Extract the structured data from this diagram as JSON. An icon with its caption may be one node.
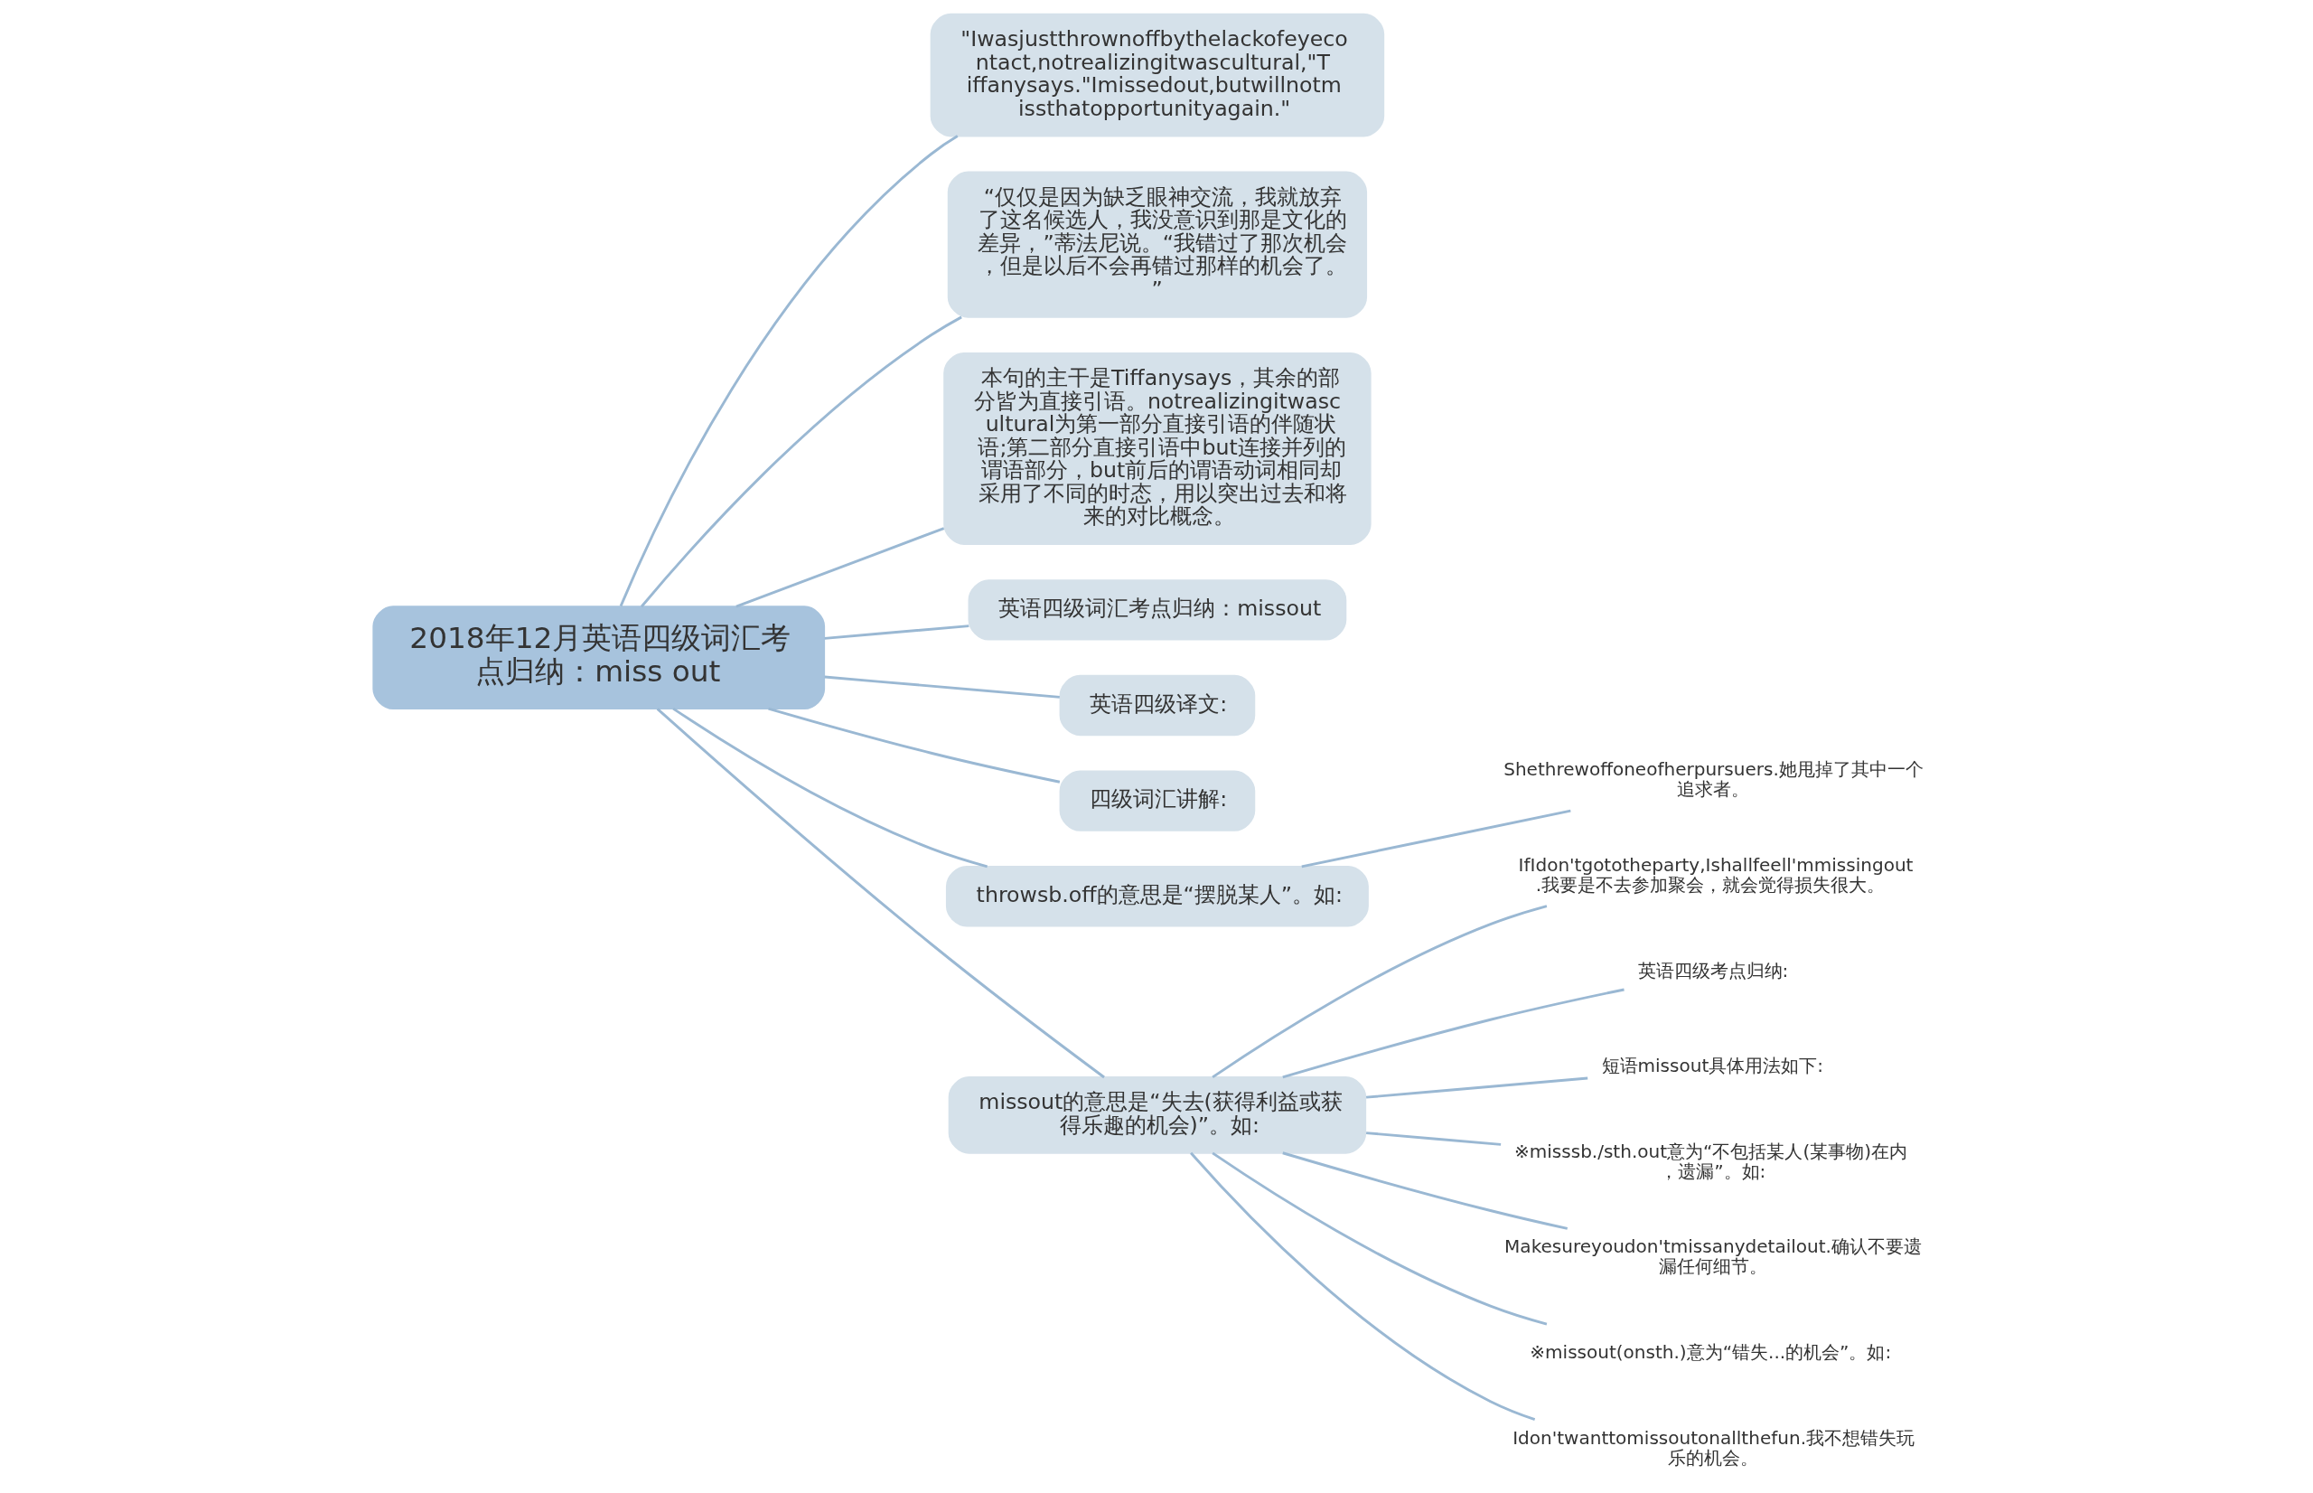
{
  "diagram": {
    "nodes": [
      {
        "text": [
          "2018年12月英语四级词汇考点归纳：miss out"
        ]
      },
      {
        "text": [
          "\"Iwasjustthrownoffbythelackofeyecontact,notrealizingitwascultural,\"Tiffanysays.\"Imissedout,butwillnotmissthatopportunityagain.\""
        ]
      },
      {
        "text": [
          "“仅仅是因为缺乏眼神交流，我就放弃了这名候选人，我没意识到那是文化的差异，”蒂法尼说。“我错过了那次机会，但是以后不会再错过那样的机会了。”"
        ]
      },
      {
        "text": [
          "本句的主干是Tiffanysays，其余的部分皆为直接引语。notrealizingitwascultural为第一部分直接引语的伴随状语;第二部分直接引语中but连接并列的谓语部分，but前后的谓语动词相同却采用了不同的时态，用以突出过去和将来的对比概念。"
        ]
      },
      {
        "text": [
          "英语四级词汇考点归纳：missout"
        ]
      },
      {
        "text": [
          "英语四级译文:"
        ]
      },
      {
        "text": [
          "四级词汇讲解:"
        ]
      },
      {
        "text": [
          "throwsb.off的意思是“摆脱某人”。如:"
        ]
      },
      {
        "text": [
          "Shethrewoffoneofherpursuers.她甩掉了其中一个追求者。"
        ]
      },
      {
        "text": [
          "missout的意思是“失去(获得利益或获得乐趣的机会)”。如:"
        ]
      },
      {
        "text": [
          "IfIdon'tgototheparty,Ishallfeell'mmissingout.我要是不去参加聚会，就会觉得损失很大。"
        ]
      },
      {
        "text": [
          "英语四级考点归纳:"
        ]
      },
      {
        "text": [
          "短语missout具体用法如下:"
        ]
      },
      {
        "text": [
          "※misssb./sth.out意为“不包括某人(某事物)在内，遗漏”。如:"
        ]
      },
      {
        "text": [
          "Makesureyoudon'tmissanydetailout.确认不要遗漏任何细节。"
        ]
      },
      {
        "text": [
          "※missout(onsth.)意为“错失...的机会”。如:"
        ]
      },
      {
        "text": [
          "Idon'twanttomissoutonallthefun.我不想错失玩乐的机会。"
        ]
      }
    ],
    "edges": [
      {
        "from": 0,
        "to": 1,
        "arrow": "none"
      },
      {
        "from": 0,
        "to": 2,
        "arrow": "none"
      },
      {
        "from": 0,
        "to": 3,
        "arrow": "none"
      },
      {
        "from": 0,
        "to": 4,
        "arrow": "none"
      },
      {
        "from": 0,
        "to": 5,
        "arrow": "none"
      },
      {
        "from": 0,
        "to": 6,
        "arrow": "none"
      },
      {
        "from": 0,
        "to": 7,
        "arrow": "none"
      },
      {
        "from": 7,
        "to": 8,
        "arrow": "none"
      },
      {
        "from": 0,
        "to": 9,
        "arrow": "none"
      },
      {
        "from": 9,
        "to": 10,
        "arrow": "none"
      },
      {
        "from": 9,
        "to": 11,
        "arrow": "none"
      },
      {
        "from": 9,
        "to": 12,
        "arrow": "none"
      },
      {
        "from": 9,
        "to": 13,
        "arrow": "none"
      },
      {
        "from": 9,
        "to": 14,
        "arrow": "none"
      },
      {
        "from": 9,
        "to": 15,
        "arrow": "none"
      },
      {
        "from": 9,
        "to": 16,
        "arrow": "none"
      }
    ]
  }
}
